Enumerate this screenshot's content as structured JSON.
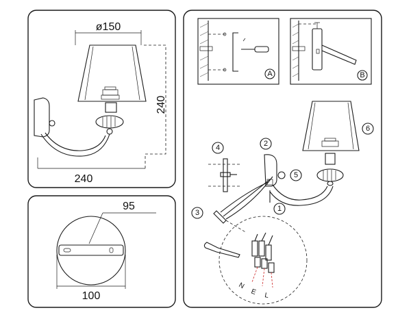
{
  "dimensions": {
    "shade_diameter": "ø150",
    "height": "240",
    "width": "240",
    "bracket_inner": "95",
    "bracket_outer": "100"
  },
  "step_labels": {
    "a": "A",
    "b": "B",
    "s1": "1",
    "s2": "2",
    "s3": "3",
    "s4": "4",
    "s5": "5",
    "s6": "6"
  },
  "wire_labels": {
    "n": "N",
    "e": "E",
    "l": "L"
  },
  "colors": {
    "line": "#1a1a1a",
    "wire_red": "#d23c3c"
  }
}
